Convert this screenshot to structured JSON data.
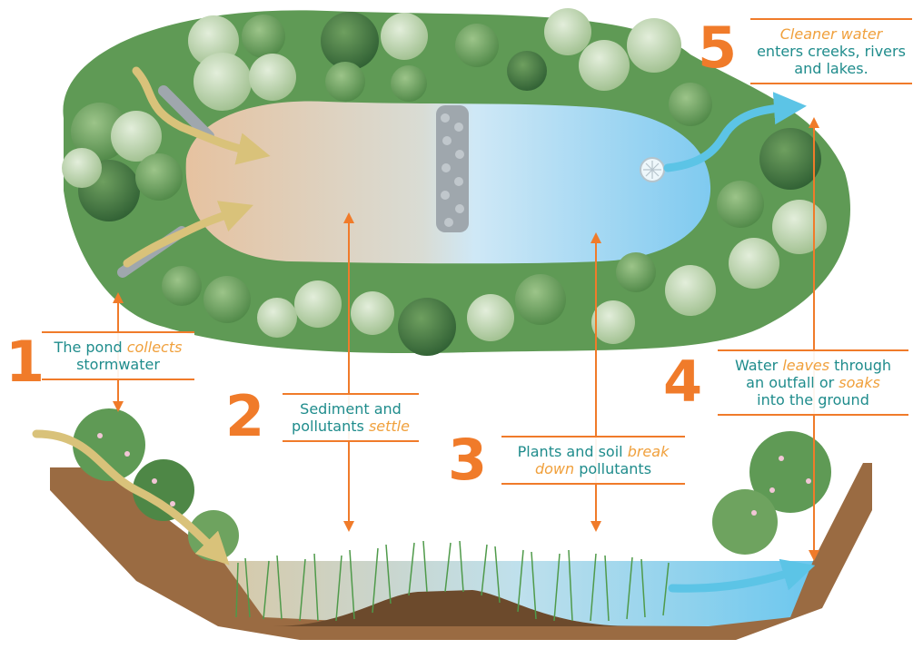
{
  "colors": {
    "accent_orange": "#f07b2a",
    "text_teal": "#1f8c8c",
    "italic_amber": "#f0a03c",
    "water_blue": "#5cc4e6",
    "runoff_tan": "#d9c27a"
  },
  "steps": [
    {
      "number": "1",
      "pre": "The pond ",
      "em": "collects",
      "post": "",
      "line2": "stormwater"
    },
    {
      "number": "2",
      "line1": "Sediment and",
      "pre": "pollutants ",
      "em": "settle",
      "post": ""
    },
    {
      "number": "3",
      "pre": "Plants and soil ",
      "em": "break",
      "em2": "down",
      "post2": " pollutants"
    },
    {
      "number": "4",
      "pre": "Water ",
      "em": "leaves",
      "post": " through",
      "pre2": "an outfall or ",
      "em2": "soaks",
      "line3": "into the ground"
    },
    {
      "number": "5",
      "em": "Cleaner water",
      "line2": "enters creeks, rivers",
      "line3": "and lakes."
    }
  ]
}
